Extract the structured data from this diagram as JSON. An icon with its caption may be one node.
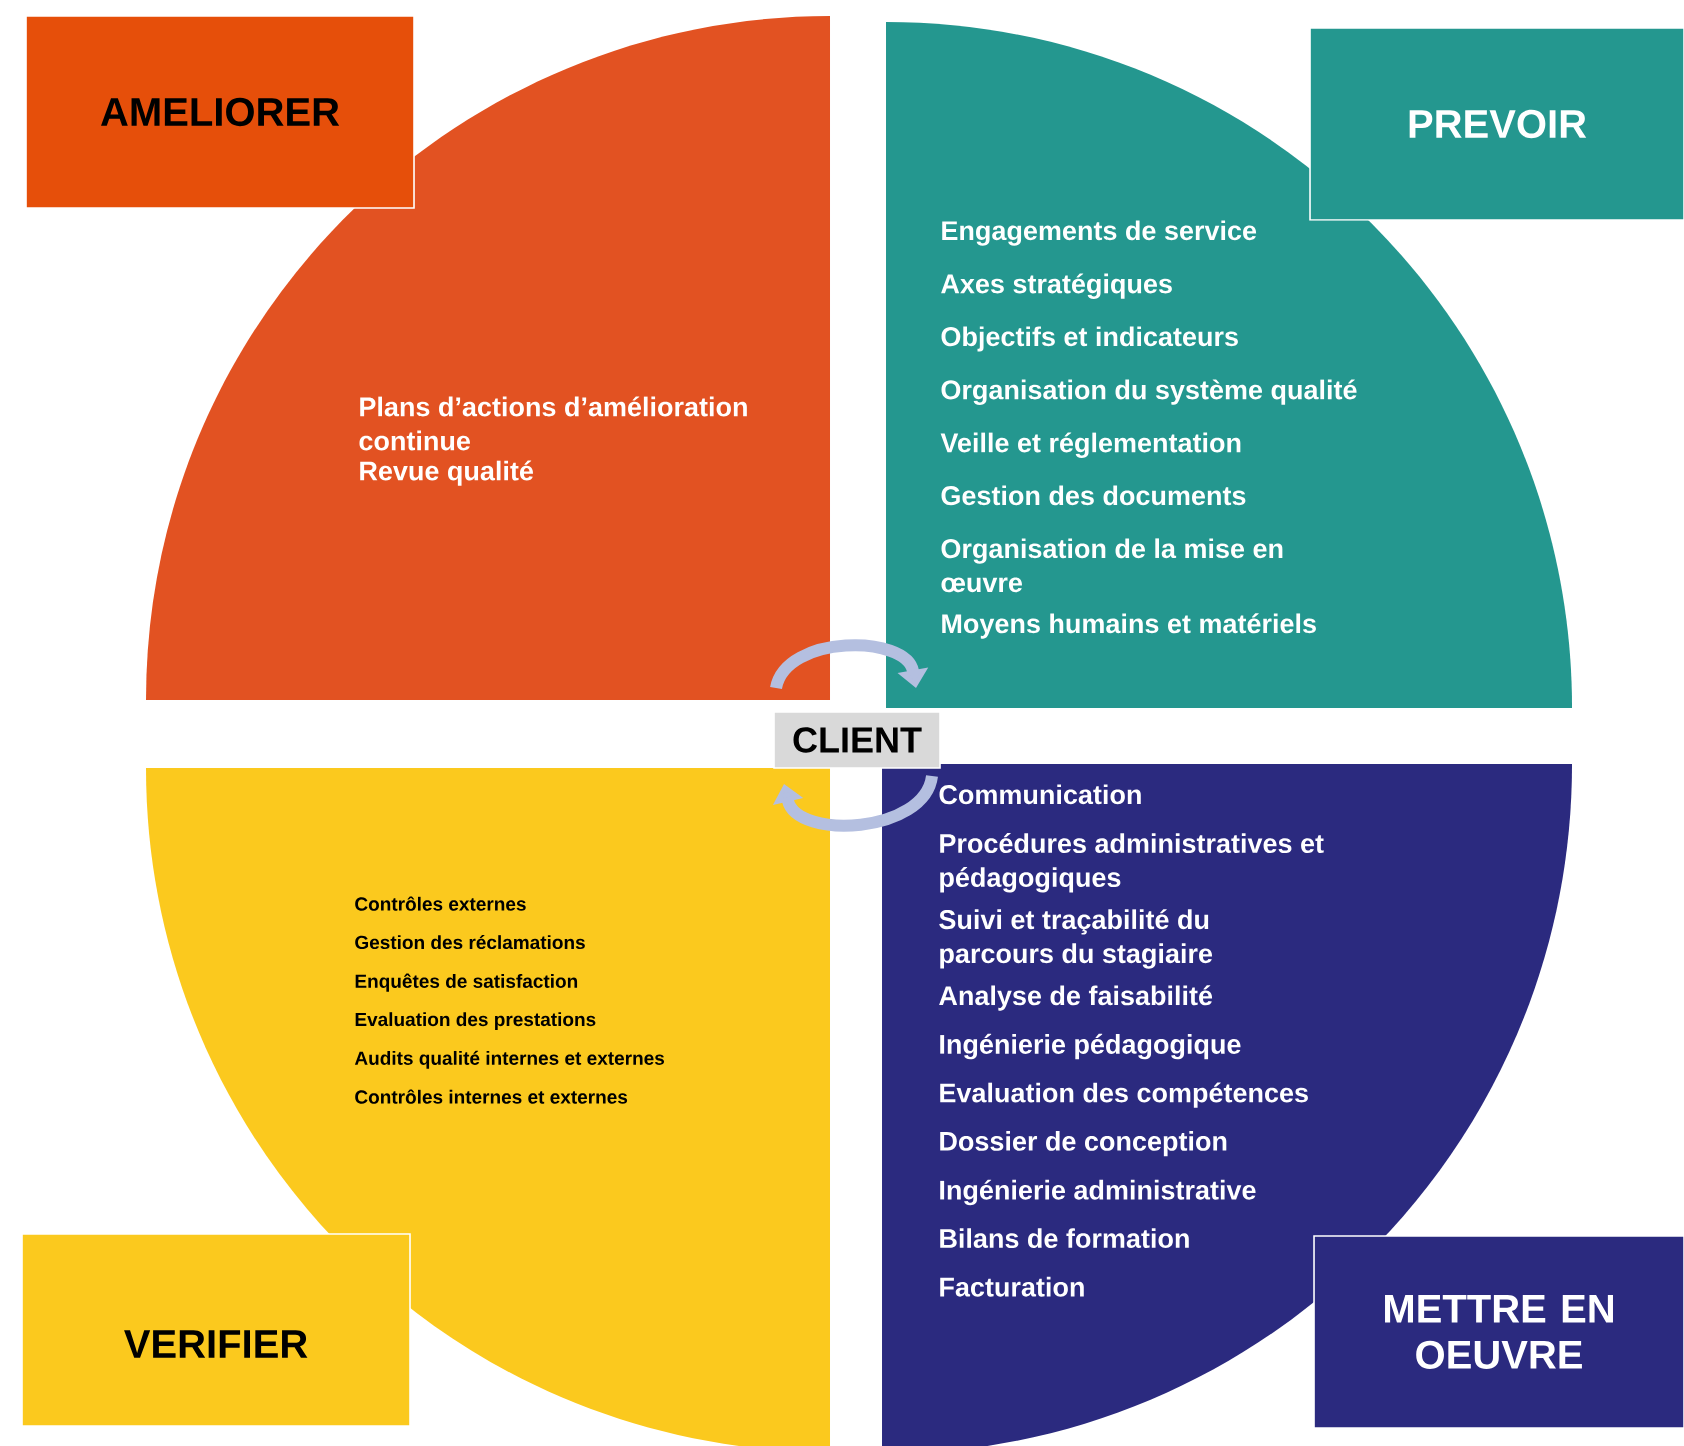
{
  "diagram": {
    "nodes": [
      {
        "text": [
          "AMELIORER"
        ]
      },
      {
        "text": [
          "Plans d’actions d’amélioration continue",
          "Revue qualité"
        ]
      },
      {
        "text": [
          "PREVOIR"
        ]
      },
      {
        "text": [
          "Engagements de service",
          "Axes stratégiques",
          "Objectifs et indicateurs",
          "Organisation du système qualité",
          "Veille et réglementation",
          "Gestion des documents",
          "Organisation de la mise en œuvre",
          "Moyens humains et matériels"
        ]
      },
      {
        "text": [
          "CLIENT"
        ]
      },
      {
        "text": [
          "Contrôles externes",
          "Gestion des réclamations",
          "Enquêtes de satisfaction",
          "Evaluation des prestations",
          "Audits qualité internes et externes",
          "Contrôles internes et externes"
        ]
      },
      {
        "text": [
          "Communication",
          "Procédures administratives et pédagogiques",
          "Suivi et traçabilité du parcours du stagiaire",
          "Analyse de faisabilité",
          "Ingénierie pédagogique",
          "Evaluation des compétences",
          "Dossier de conception",
          "Ingénierie administrative",
          "Bilans de formation",
          "Facturation"
        ]
      },
      {
        "text": [
          "VERIFIER"
        ]
      },
      {
        "text": [
          "METTRE EN OEUVRE"
        ]
      }
    ],
    "edges": [
      {
        "from": 1,
        "to": 3,
        "arrow": "to"
      },
      {
        "from": 6,
        "to": 5,
        "arrow": "to"
      }
    ]
  }
}
